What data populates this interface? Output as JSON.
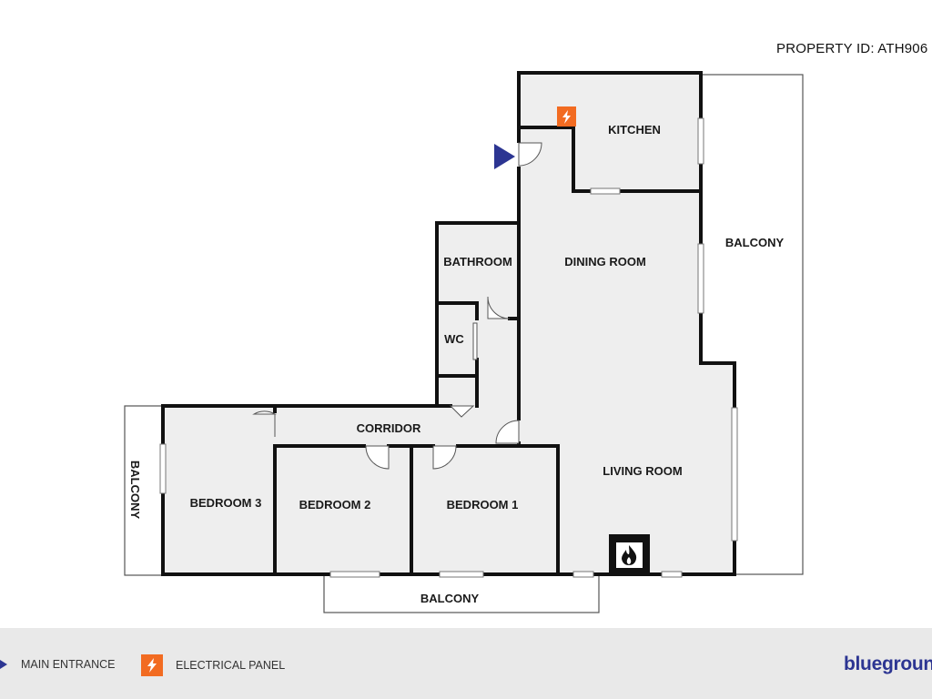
{
  "header": {
    "property_id": "PROPERTY ID: ATH906"
  },
  "rooms": {
    "kitchen": "KITCHEN",
    "dining_room": "DINING ROOM",
    "bathroom": "BATHROOM",
    "wc": "WC",
    "corridor": "CORRIDOR",
    "living_room": "LIVING ROOM",
    "bedroom_1": "BEDROOM 1",
    "bedroom_2": "BEDROOM 2",
    "bedroom_3": "BEDROOM 3",
    "balcony_right": "BALCONY",
    "balcony_left": "BALCONY",
    "balcony_bottom": "BALCONY"
  },
  "legend": {
    "main_entrance": "MAIN ENTRANCE",
    "electrical_panel": "ELECTRICAL PANEL"
  },
  "brand": {
    "name": "bluegroun"
  },
  "colors": {
    "floor": "#eeeeee",
    "wall": "#111111",
    "entrance_arrow": "#2c3592",
    "electrical": "#f26b21",
    "legend_bg": "#e9e9e9"
  },
  "icons": {
    "entrance": "entrance-arrow-icon",
    "electrical": "lightning-bolt-icon",
    "fireplace": "fireplace-flame-icon"
  }
}
